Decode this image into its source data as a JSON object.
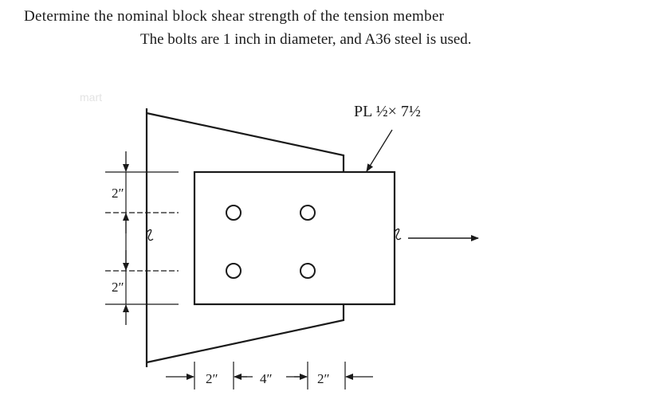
{
  "question": {
    "line1": "Determine the nominal block shear strength of the tension member",
    "line2": "The bolts are 1 inch in diameter, and A36 steel is used."
  },
  "figure": {
    "plate_label": "PL ½× 7½",
    "watermark": "mart",
    "vertical_dims": [
      "2″",
      "2″"
    ],
    "horizontal_dims": [
      "2″",
      "4″",
      "2″"
    ]
  }
}
